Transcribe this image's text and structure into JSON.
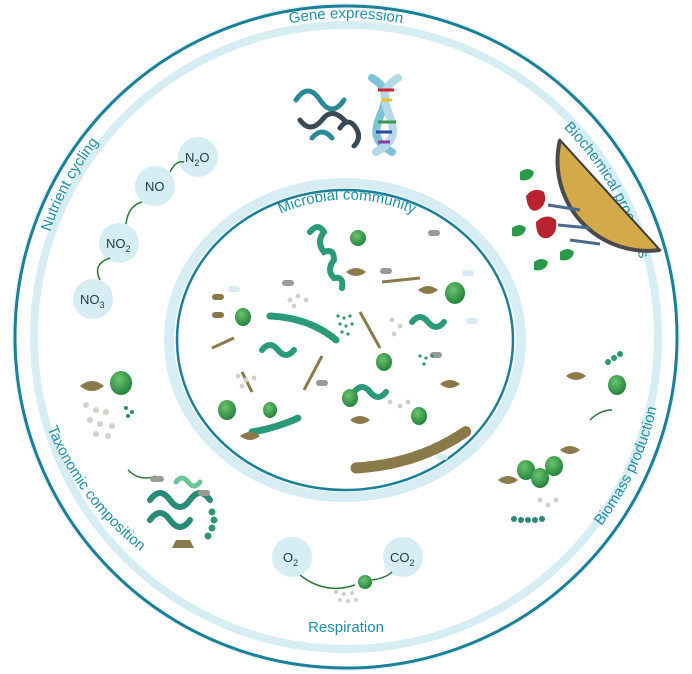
{
  "labels": {
    "gene_expression": "Gene expression",
    "biochemical_processes": "Biochemical processes",
    "biomass_production": "Biomass production",
    "respiration": "Respiration",
    "taxonomic_composition": "Taxonomic composition",
    "nutrient_cycling": "Nutrient cycling",
    "microbial_community": "Microbial community"
  },
  "nutrient_cycle": {
    "no3": "NO",
    "no3_sub": "3",
    "no2": "NO",
    "no2_sub": "2",
    "no": "NO",
    "n2o_a": "N",
    "n2o_sub": "2",
    "n2o_b": "O"
  },
  "respiration_cycle": {
    "o2": "O",
    "o2_sub": "2",
    "co2": "CO",
    "co2_sub": "2"
  },
  "colors": {
    "teal_ring": "#1a7f99",
    "light_ring": "#d6edf3",
    "label": "#1f8fa6",
    "green": "#2a9a4a",
    "dark_teal": "#2a8a78",
    "olive": "#8a7a4a",
    "gold": "#d4a94a",
    "red": "#b8232f"
  }
}
